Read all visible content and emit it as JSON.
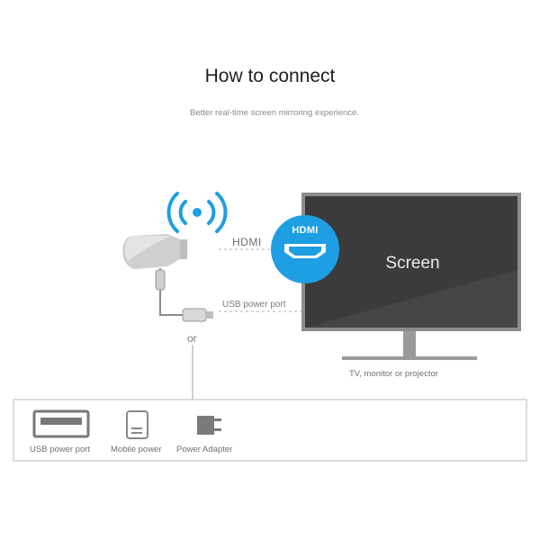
{
  "header": {
    "title": "How to connect",
    "subtitle": "Better real-time screen mirroring experience."
  },
  "connections": {
    "hdmi_label": "HDMI",
    "usb_label": "USB power port",
    "or_label": "or"
  },
  "tv": {
    "screen_text": "Screen",
    "hdmi_badge": "HDMI",
    "caption": "TV, monitor or projector"
  },
  "power_options": {
    "items": [
      {
        "label": "USB power port",
        "icon": "usb-port-icon"
      },
      {
        "label": "Mobile power",
        "icon": "power-bank-icon"
      },
      {
        "label": "Power Adapter",
        "icon": "power-adapter-icon"
      }
    ]
  },
  "colors": {
    "accent_blue": "#1e9ee3",
    "tv_screen": "#3b3b3b",
    "tv_frame": "#8c8c8c",
    "dongle": "#c2c2c2"
  }
}
